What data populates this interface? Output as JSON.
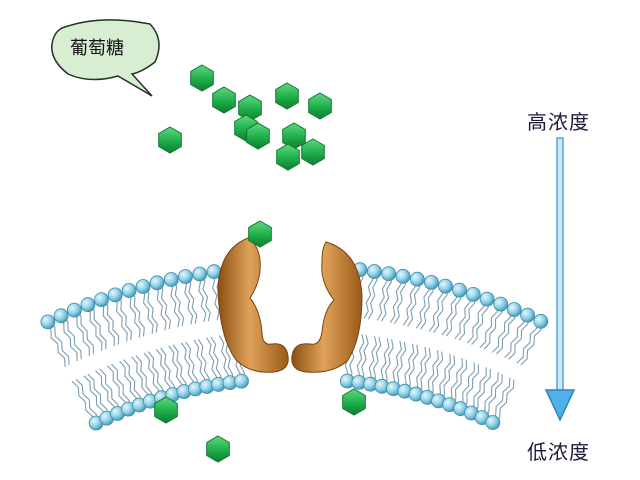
{
  "callout": {
    "text": "葡萄糖"
  },
  "gradient": {
    "high_label": "高浓度",
    "low_label": "低浓度",
    "arrow_color": "#4aa6e0"
  },
  "colors": {
    "glucose": "#1fae4a",
    "glucose_edge": "#0e7a2e",
    "lipid_head": "#6ec0dd",
    "lipid_tail": "#8aa7b8",
    "protein": "#c07a2a",
    "callout_fill": "#d8eed3"
  },
  "icons": [
    "glucose-molecule-icon",
    "lipid-bilayer-icon",
    "carrier-protein-icon",
    "gradient-arrow-icon"
  ]
}
